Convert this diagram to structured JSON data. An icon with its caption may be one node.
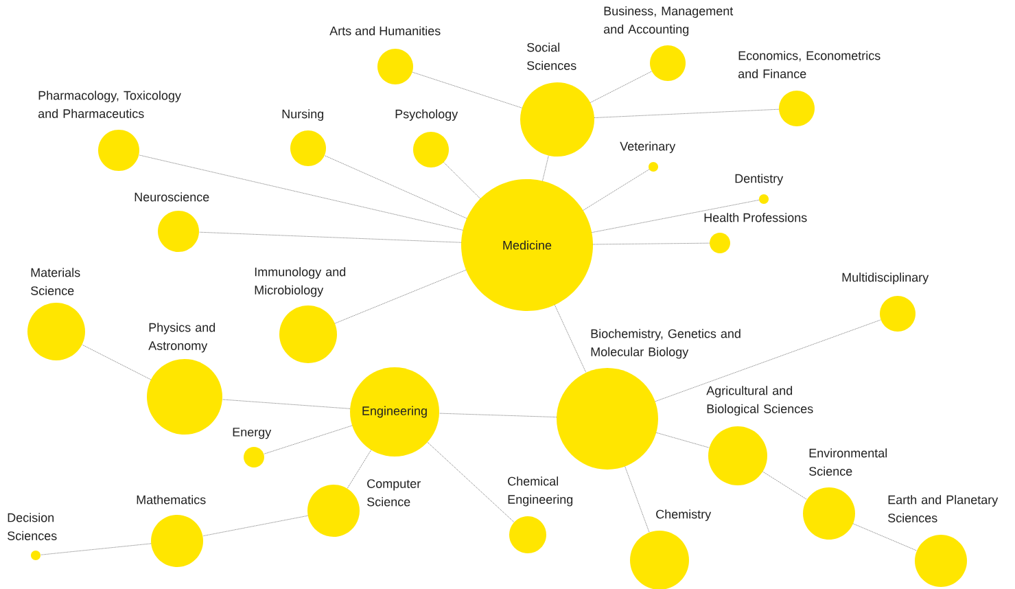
{
  "diagram": {
    "nodes": [
      {
        "text": [
          "Medicine"
        ]
      },
      {
        "text": [
          "Social Sciences"
        ]
      },
      {
        "text": [
          "Arts and Humanities"
        ]
      },
      {
        "text": [
          "Business, Management and Accounting"
        ]
      },
      {
        "text": [
          "Economics, Econometrics and Finance"
        ]
      },
      {
        "text": [
          "Pharmacology, Toxicology and Pharmaceutics"
        ]
      },
      {
        "text": [
          "Nursing"
        ]
      },
      {
        "text": [
          "Psychology"
        ]
      },
      {
        "text": [
          "Veterinary"
        ]
      },
      {
        "text": [
          "Dentistry"
        ]
      },
      {
        "text": [
          "Neuroscience"
        ]
      },
      {
        "text": [
          "Health Professions"
        ]
      },
      {
        "text": [
          "Immunology and Microbiology"
        ]
      },
      {
        "text": [
          "Materials Science"
        ]
      },
      {
        "text": [
          "Multidisciplinary"
        ]
      },
      {
        "text": [
          "Physics and Astronomy"
        ]
      },
      {
        "text": [
          "Biochemistry, Genetics and Molecular Biology"
        ]
      },
      {
        "text": [
          "Engineering"
        ]
      },
      {
        "text": [
          "Agricultural and Biological Sciences"
        ]
      },
      {
        "text": [
          "Energy"
        ]
      },
      {
        "text": [
          "Environmental Science"
        ]
      },
      {
        "text": [
          "Computer Science"
        ]
      },
      {
        "text": [
          "Chemical Engineering"
        ]
      },
      {
        "text": [
          "Mathematics"
        ]
      },
      {
        "text": [
          "Decision Sciences"
        ]
      },
      {
        "text": [
          "Chemistry"
        ]
      },
      {
        "text": [
          "Earth and Planetary Sciences"
        ]
      }
    ],
    "edges": [
      {
        "from": 0,
        "to": 1,
        "arrow": "none"
      },
      {
        "from": 1,
        "to": 2,
        "arrow": "none"
      },
      {
        "from": 1,
        "to": 3,
        "arrow": "none"
      },
      {
        "from": 1,
        "to": 4,
        "arrow": "none"
      },
      {
        "from": 0,
        "to": 5,
        "arrow": "none"
      },
      {
        "from": 0,
        "to": 6,
        "arrow": "none"
      },
      {
        "from": 0,
        "to": 7,
        "arrow": "none"
      },
      {
        "from": 0,
        "to": 8,
        "arrow": "none"
      },
      {
        "from": 0,
        "to": 9,
        "arrow": "none"
      },
      {
        "from": 0,
        "to": 10,
        "arrow": "none"
      },
      {
        "from": 0,
        "to": 11,
        "arrow": "none"
      },
      {
        "from": 0,
        "to": 12,
        "arrow": "none"
      },
      {
        "from": 0,
        "to": 16,
        "arrow": "none"
      },
      {
        "from": 16,
        "to": 14,
        "arrow": "none"
      },
      {
        "from": 16,
        "to": 17,
        "arrow": "none"
      },
      {
        "from": 16,
        "to": 18,
        "arrow": "none"
      },
      {
        "from": 16,
        "to": 25,
        "arrow": "none"
      },
      {
        "from": 18,
        "to": 20,
        "arrow": "none"
      },
      {
        "from": 20,
        "to": 26,
        "arrow": "none"
      },
      {
        "from": 17,
        "to": 15,
        "arrow": "none"
      },
      {
        "from": 15,
        "to": 13,
        "arrow": "none"
      },
      {
        "from": 17,
        "to": 19,
        "arrow": "none"
      },
      {
        "from": 17,
        "to": 21,
        "arrow": "none"
      },
      {
        "from": 17,
        "to": 22,
        "arrow": "none"
      },
      {
        "from": 21,
        "to": 23,
        "arrow": "none"
      },
      {
        "from": 23,
        "to": 24,
        "arrow": "none"
      }
    ]
  }
}
